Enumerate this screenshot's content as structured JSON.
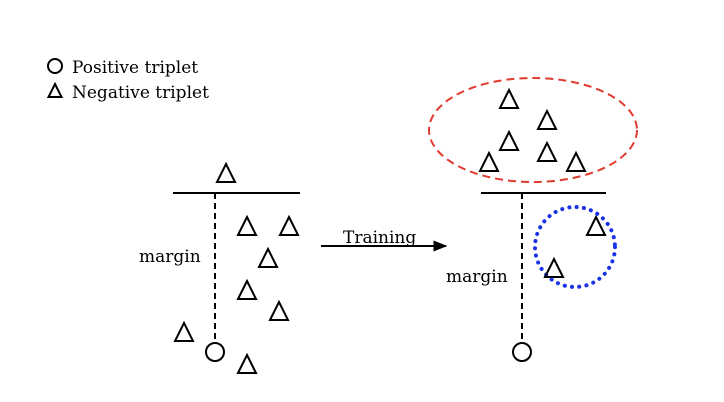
{
  "legend": {
    "positive_label": "Positive triplet",
    "negative_label": "Negative triplet"
  },
  "before": {
    "margin_label": "margin"
  },
  "arrow": {
    "label": "Training"
  },
  "after": {
    "margin_label": "margin"
  },
  "colors": {
    "hard_negative_ring": "#1a32e6",
    "far_negative_ellipse": "#e03a2f",
    "ink": "#000000"
  },
  "icons": {
    "positive": "circle-icon",
    "negative": "triangle-icon"
  }
}
